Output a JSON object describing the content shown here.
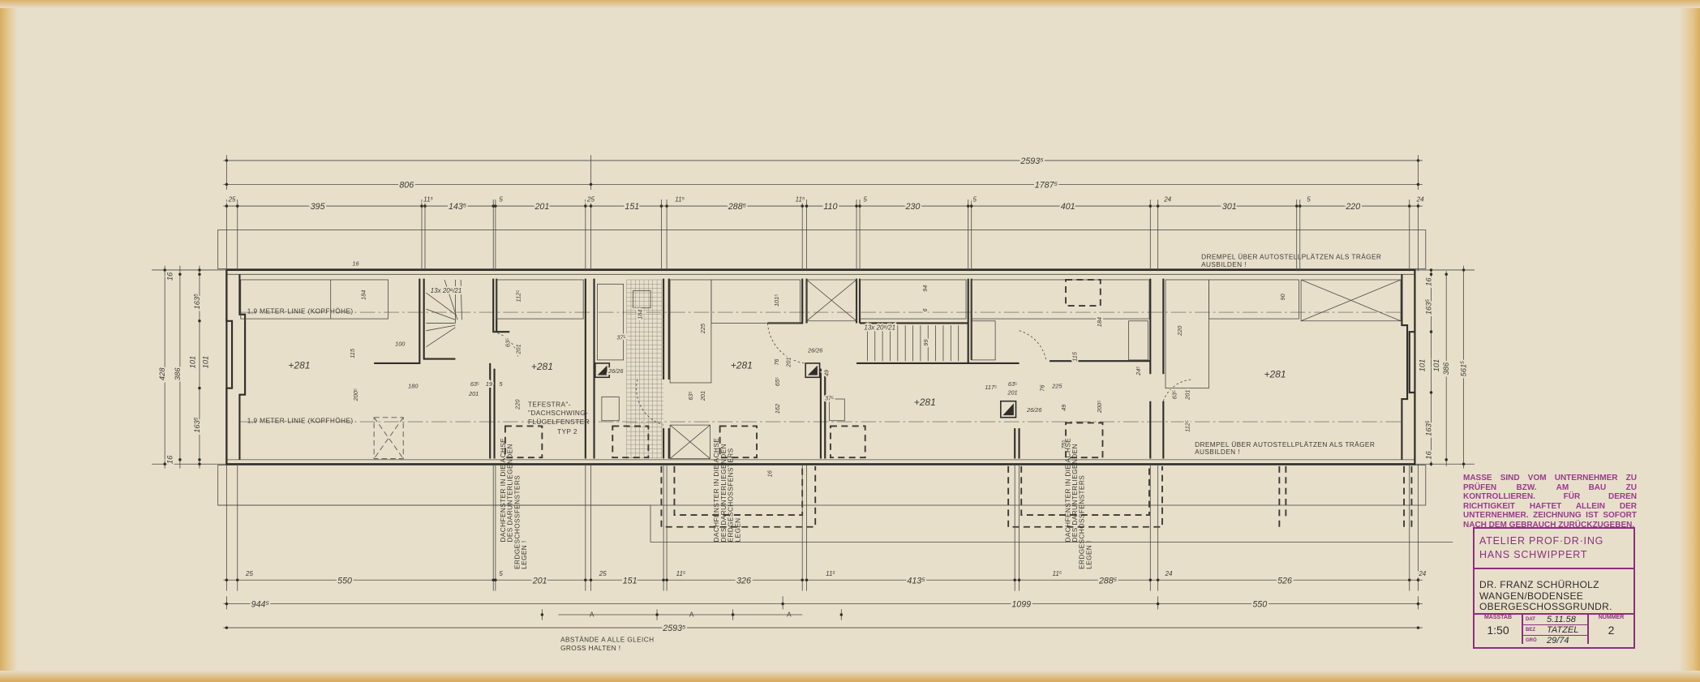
{
  "dimensions": {
    "top_overall": "2593⁵",
    "top_left": "806",
    "top_right": "1787⁵",
    "top_row": [
      "25",
      "395",
      "11⁵",
      "143⁵",
      "5",
      "201",
      "25",
      "151",
      "11⁵",
      "288⁵",
      "11⁵",
      "110",
      "5",
      "230",
      "5",
      "401",
      "24",
      "301",
      "5",
      "220",
      "24"
    ],
    "bottom_row": [
      "25",
      "550",
      "5",
      "201",
      "25",
      "151",
      "11⁵",
      "326",
      "11⁵",
      "413⁵",
      "11⁵",
      "288⁵",
      "24",
      "526",
      "24"
    ],
    "bottom_mid": [
      "944⁵",
      "1099",
      "550"
    ],
    "bottom_overall": "2593⁵",
    "spacing_marks": [
      "A",
      "A",
      "A"
    ],
    "left": [
      "428",
      "386",
      "16",
      "163⁵",
      "101",
      "101",
      "163⁵",
      "16"
    ],
    "right": [
      "16",
      "163⁵",
      "101",
      "101",
      "386",
      "163⁵",
      "16",
      "561⁵"
    ],
    "interior": [
      "184",
      "100",
      "115",
      "180",
      "200⁵",
      "63⁵",
      "201",
      "19",
      "5",
      "112⁵",
      "201",
      "63⁵",
      "220",
      "184",
      "37⁵",
      "225",
      "101⁵",
      "76",
      "201",
      "65⁵",
      "162",
      "26/26",
      "49",
      "37⁵",
      "94",
      "6",
      "99",
      "117⁵",
      "63⁵",
      "201",
      "76",
      "225",
      "115",
      "200⁵",
      "75⁵",
      "49",
      "26/26",
      "184",
      "220",
      "90",
      "112⁵",
      "63⁵",
      "201",
      "24⁵",
      "16",
      "16",
      "26/26",
      "63⁵",
      "201"
    ]
  },
  "rooms": [
    "+281",
    "+281",
    "+281",
    "+281",
    "+281"
  ],
  "annotations": {
    "head_height_line_top": "1,9 METER-LINIE (KOPFHÖHE)",
    "head_height_line_bottom": "1,9 METER-LINIE (KOPFHÖHE)",
    "stair_left": "13x 20⁸/21",
    "stair_mid": "13x 20⁸/21",
    "window_note": [
      "TEFESTRA\"-",
      "\"DACHSCHWING-",
      "FLÜGELFENSTER",
      "TYP 2"
    ],
    "drempel_top": [
      "DREMPEL ÜBER AUTOSTELLPLÄTZEN ALS TRÄGER",
      "AUSBILDEN !"
    ],
    "drempel_bottom": [
      "DREMPEL ÜBER AUTOSTELLPLÄTZEN ALS TRÄGER",
      "AUSBILDEN !"
    ],
    "skylight_note": [
      "DACHFENSTER IN DIE ACHSE",
      "DES DARUNTERLIEGENDEN",
      "ERDGESCHOSSFENSTERS",
      "LEGEN !"
    ],
    "spacing_note": [
      "ABSTÄNDE A ALLE GLEICH",
      "GROSS HALTEN !"
    ]
  },
  "stamp_notice": "MASSE SIND VOM UNTERNEHMER ZU PRÜFEN BZW. AM BAU ZU KONTROLLIEREN. FÜR DEREN RICHTIGKEIT HAFTET ALLEIN DER UNTERNEHMER. ZEICHNUNG IST SOFORT NACH DEM GEBRAUCH ZURÜCKZUGEBEN.",
  "title_block": {
    "office_line1": "ATELIER PROF·DR·ING",
    "office_line2": "HANS SCHWIPPERT",
    "client": "DR. FRANZ SCHÜRHOLZ",
    "location": "WANGEN/BODENSEE",
    "drawing": "OBERGESCHOSSGRUNDR.",
    "scale_label": "MASSTAB",
    "scale": "1:50",
    "date_label": "DAT",
    "date": "5.11.58",
    "drawn_label": "BEZ",
    "drawn_by": "TATZEL",
    "size_label": "GRÖ",
    "size": "29/74",
    "number_label": "NUMMER",
    "number": "2"
  },
  "colors": {
    "paper": "#e8dfcb",
    "ink": "#2f2e2a",
    "stamp": "#8c2f80"
  }
}
